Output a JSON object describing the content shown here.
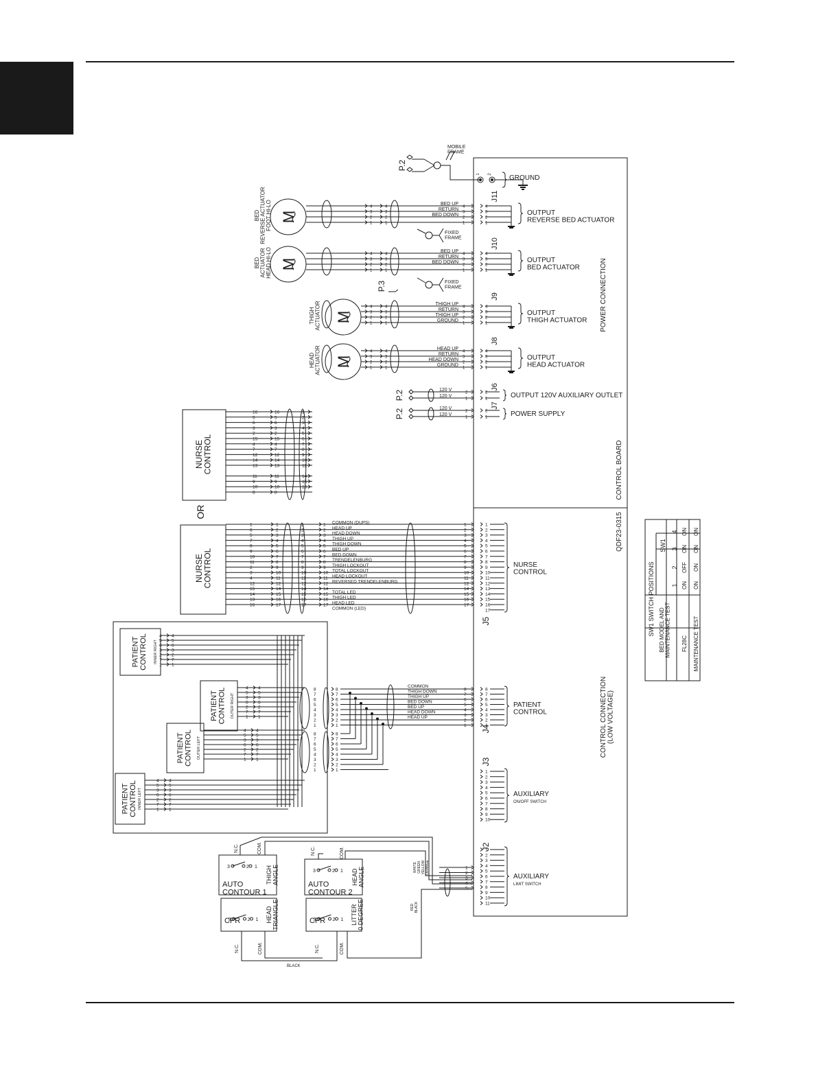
{
  "power_section": {
    "mobile_frame": "MOBILE\nFRAME",
    "p2_top": "P.2",
    "ground": "GROUND",
    "ground_pin_1": "1",
    "ground_pin_2": "2",
    "motors": [
      {
        "id": "m1",
        "label": "BED\nREVERSE ACTUATOR\nFOOT HI-LO",
        "conn": "J11",
        "output": "OUTPUT\nREVERSE BED ACTUATOR",
        "wires": [
          "BED UP",
          "RETURN",
          "BED DOWN",
          ""
        ],
        "fixed": "FIXED\nFRAME"
      },
      {
        "id": "m2",
        "label": "BED\nACTUATOR\nHEAD HI-LO",
        "conn": "J10",
        "output": "OUTPUT\nBED ACTUATOR",
        "wires": [
          "BED UP",
          "RETURN",
          "BED DOWN",
          ""
        ],
        "fixed": "FIXED\nFRAME",
        "p3": "P.3"
      },
      {
        "id": "m3",
        "label": "THIGH\nACTUATOR",
        "conn": "J9",
        "output": "OUTPUT\nTHIGH ACTUATOR",
        "wires": [
          "THIGH UP",
          "RETURN",
          "THIGH UP",
          "GROUND"
        ]
      },
      {
        "id": "m4",
        "label": "HEAD\nACTUATOR",
        "conn": "J8",
        "output": "OUTPUT\nHEAD ACTUATOR",
        "wires": [
          "HEAD UP",
          "RETURN",
          "HEAD DOWN",
          "GROUND"
        ]
      }
    ],
    "pin_numbers": [
      "4",
      "3",
      "2",
      "1"
    ],
    "j6": {
      "conn": "J6",
      "p2": "P.2",
      "output": "OUTPUT 120V AUXILIARY OUTLET",
      "wires": [
        "120 V",
        "120 V"
      ]
    },
    "j7": {
      "conn": "J7",
      "p2": "P.2",
      "output": "POWER SUPPLY",
      "wires": [
        "120 V",
        "120 V"
      ]
    },
    "power_connection": "POWER CONNECTION",
    "control_board": "CONTROL BOARD",
    "part_number": "QDF23-0315"
  },
  "nurse_control_top": {
    "label": "NURSE\nCONTROL",
    "left_pins": [
      "16",
      "5",
      "6",
      "3",
      "2",
      "15",
      "4",
      "7",
      "12",
      "14",
      "13",
      "1",
      "11",
      "9",
      "10",
      "8"
    ],
    "mid_pins": [
      "16",
      "5",
      "6",
      "3",
      "2",
      "15",
      "4",
      "7",
      "12",
      "14",
      "13",
      "1",
      "11",
      "9",
      "10",
      "8"
    ],
    "right_pins": [
      "1",
      "2",
      "3",
      "4",
      "5",
      "6",
      "7",
      "8",
      "9",
      "10",
      "11",
      "12",
      "14",
      "15",
      "16"
    ]
  },
  "or_label": "OR",
  "nurse_control_main": {
    "label": "NURSE\nCONTROL",
    "left_pins": [
      "1",
      "6",
      "5",
      "7",
      "8",
      "9",
      "10",
      "11",
      "2",
      "3",
      "4",
      "12",
      "15",
      "14",
      "13",
      "16"
    ],
    "mid_pins": [
      "1",
      "2",
      "3",
      "4",
      "5",
      "6",
      "7",
      "8",
      "9",
      "10",
      "11",
      "12",
      "14",
      "15",
      "16",
      "17"
    ],
    "right_pins": [
      "1",
      "2",
      "3",
      "4",
      "5",
      "6",
      "7",
      "8",
      "9",
      "10",
      "11",
      "12",
      "14",
      "15",
      "16",
      "17"
    ],
    "signals": [
      "COMMON (DUPS)",
      "HEAD UP",
      "HEAD DOWN",
      "THIGH UP",
      "THIGH DOWN",
      "BED UP",
      "BED DOWN",
      "TRENDELENBURG",
      "THIGH LOCKOUT",
      "TOTAL LOCKOUT",
      "HEAD LOCKOUT",
      "REVERSED TRENDELENBURG",
      "",
      "TOTAL LED",
      "THIGH LED",
      "HEAD LED",
      "COMMON (LED)"
    ],
    "j5_pins": [
      "1",
      "2",
      "3",
      "4",
      "5",
      "6",
      "7",
      "8",
      "9",
      "10",
      "11",
      "12",
      "13",
      "14",
      "15",
      "16",
      "17"
    ],
    "conn": "J5",
    "output": "NURSE\nCONTROL"
  },
  "patient_controls": [
    {
      "id": "p1",
      "label": "PATIENT\nCONTROL",
      "sub": "INNER RIGHT",
      "pins": [
        "4",
        "5",
        "6",
        "3",
        "2",
        "7",
        "1"
      ]
    },
    {
      "id": "p2",
      "label": "PATIENT\nCONTROL",
      "sub": "OUTER RIGHT",
      "pins": [
        "4",
        "5",
        "3",
        "6",
        "2",
        "7",
        "1"
      ]
    },
    {
      "id": "p3",
      "label": "PATIENT\nCONTROL",
      "sub": "OUTER LEFT",
      "pins": [
        "4",
        "5",
        "3",
        "6",
        "2",
        "7",
        "1"
      ]
    },
    {
      "id": "p4",
      "label": "PATIENT\nCONTROL",
      "sub": "INNER LEFT",
      "pins": [
        "4",
        "5",
        "3",
        "6",
        "2",
        "7",
        "1"
      ]
    }
  ],
  "patient_section": {
    "mid_pins": [
      "8",
      "7",
      "6",
      "5",
      "4",
      "3",
      "2",
      "1"
    ],
    "signals": [
      "COMMON",
      "THIGH DOWN",
      "THIGH UP",
      "BED DOWN",
      "BED UP",
      "HEAD DOWN",
      "HEAD UP"
    ],
    "j4_pins": [
      "8",
      "7",
      "6",
      "5",
      "4",
      "3",
      "2",
      "1"
    ],
    "conn": "J4",
    "output": "PATIENT\nCONTROL"
  },
  "aux_onoff": {
    "conn": "J3",
    "title": "AUXILIARY",
    "sub": "ON/OFF SWITCH",
    "pins": [
      "1",
      "2",
      "3",
      "4",
      "5",
      "6",
      "7",
      "8",
      "9",
      "10"
    ]
  },
  "aux_limit": {
    "conn": "J2",
    "title": "AUXILIARY",
    "sub": "LIMIT SWITCH",
    "pins": [
      "1",
      "2",
      "3",
      "4",
      "5",
      "6",
      "7",
      "8",
      "9",
      "10",
      "11"
    ]
  },
  "control_connection": "CONTROL CONNECTION\n(LOW VOLTAGE)",
  "switches": {
    "nc": "N.C.",
    "com": "COM.",
    "auto1": {
      "title": "AUTO\nCONTOUR 1",
      "side": "THIGH\nANGLE"
    },
    "auto2": {
      "title": "AUTO\nCONTOUR 2",
      "side": "HEAD\nANGLE"
    },
    "cpr1": {
      "title": "CPR",
      "side": "HEAD\nTRIANGLE"
    },
    "cpr2": {
      "title": "CPR",
      "side": "LITTER\n0 DEGREE"
    },
    "pin3": "3",
    "pin2": "2",
    "pin1": "1",
    "wire_colors": [
      "WHITE",
      "GREEN",
      "YELLOW",
      "ORANGE"
    ],
    "wire_colors_bottom": [
      "RED",
      "BLACK"
    ],
    "black": "BLACK",
    "limit_pins": [
      "1",
      "2",
      "3",
      "4",
      "5"
    ]
  },
  "sw1_table": {
    "title": "SW1 SWITCH POSITIONS",
    "col_header": "BED MODEL AND\nMAINTENANCE TEST",
    "sw_label": "SW1",
    "positions": [
      "1",
      "2",
      "3",
      "4"
    ],
    "rows": [
      {
        "name": "FL28C",
        "values": [
          "ON",
          "OFF",
          "ON",
          "ON"
        ]
      },
      {
        "name": "MAINTENANCE TEST",
        "values": [
          "ON",
          "ON",
          "ON",
          "ON"
        ]
      }
    ]
  }
}
